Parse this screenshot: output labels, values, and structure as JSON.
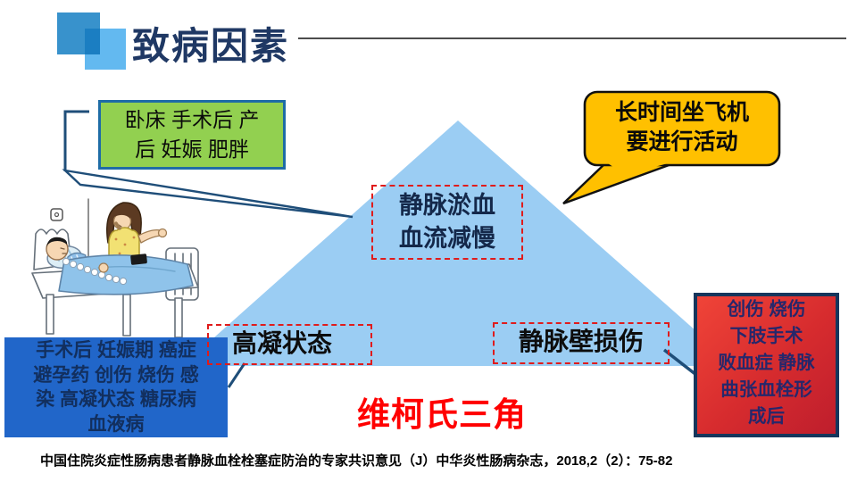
{
  "header": {
    "title": "致病因素"
  },
  "green_callout": {
    "lines": [
      "卧床  手术后  产",
      "后  妊娠  肥胖"
    ]
  },
  "orange_callout": {
    "lines": [
      "长时间坐飞机",
      "要进行活动"
    ]
  },
  "triangle": {
    "center_label": {
      "lines": [
        "静脉淤血",
        "血流减慢"
      ]
    },
    "left_label": "高凝状态",
    "right_label": "静脉壁损伤",
    "caption": "维柯氏三角"
  },
  "blue_box": {
    "lines": [
      "手术后  妊娠期  癌症",
      "避孕药  创伤  烧伤 感",
      "染  高凝状态 糖尿病",
      "血液病"
    ]
  },
  "red_box": {
    "lines": [
      "创伤  烧伤",
      "下肢手术",
      "败血症  静脉",
      "曲张血栓形",
      "成后"
    ]
  },
  "footnote": "中国住院炎症性肠病患者静脉血栓栓塞症防治的专家共识意见（J）中华炎性肠病杂志，2018,2（2）：75-82",
  "illustration": {
    "name": "patient-in-hospital-bed-with-caregiver-cartoon"
  },
  "colors": {
    "title_navy": "#1F3864",
    "triangle_fill": "#9BCDF3",
    "green_box_fill": "#92D050",
    "green_box_border": "#1E6CA6",
    "orange_callout_fill": "#FFC000",
    "blue_box_fill": "#2166C9",
    "red_box_border": "#16365C",
    "dashed_border_red": "#E01B1B",
    "connector_navy": "#1F4E79",
    "caption_red": "#FF0000"
  }
}
